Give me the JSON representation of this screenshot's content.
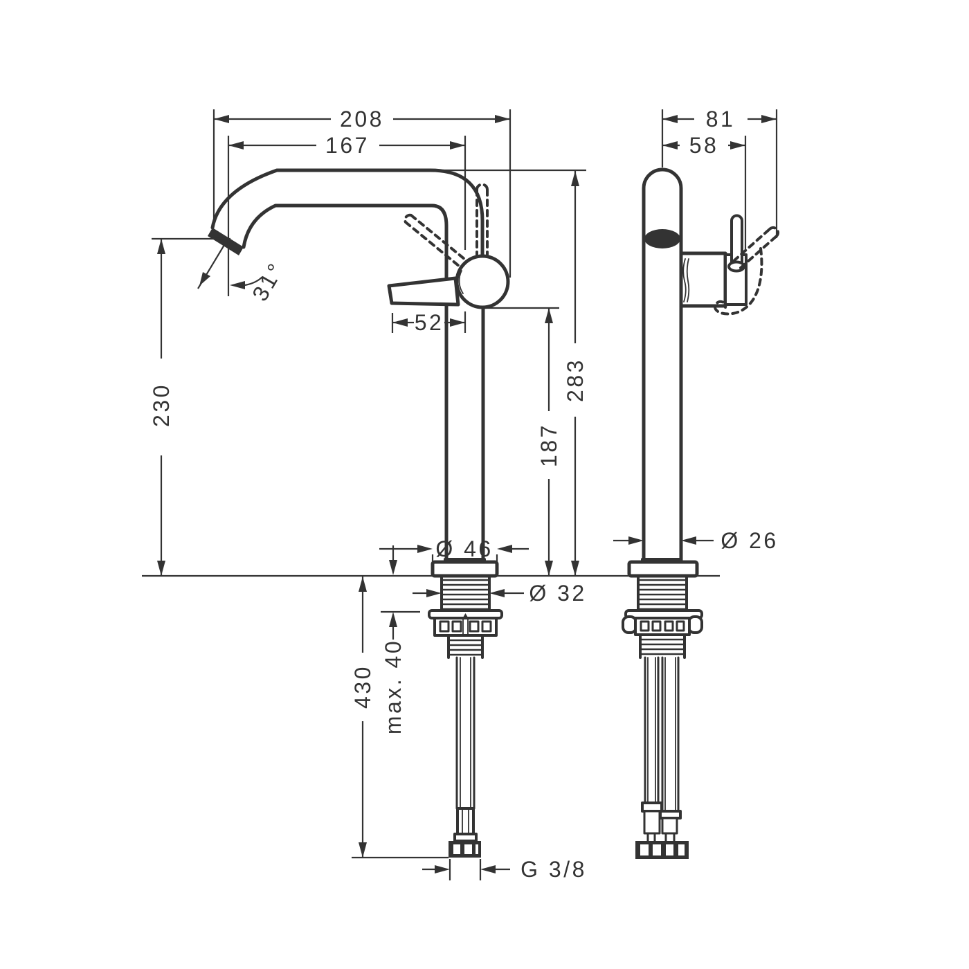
{
  "drawing": {
    "title": "single-lever basin mixer – dimensional drawing",
    "colors": {
      "line": "#333333",
      "background": "#ffffff"
    },
    "front_view": {
      "dimensions": {
        "total_width": "208",
        "spout_reach": "167",
        "spout_angle": "31°",
        "handle_length": "52",
        "outlet_height": "230",
        "total_height": "283",
        "body_height": "187",
        "base_diameter": "Ø 46",
        "shank_diameter": "Ø 32",
        "max_mounting_thickness": "max. 40",
        "hose_length": "430",
        "thread_size": "G 3/8"
      }
    },
    "side_view": {
      "dimensions": {
        "total_depth": "81",
        "body_depth": "58",
        "column_diameter": "Ø 26"
      }
    }
  }
}
